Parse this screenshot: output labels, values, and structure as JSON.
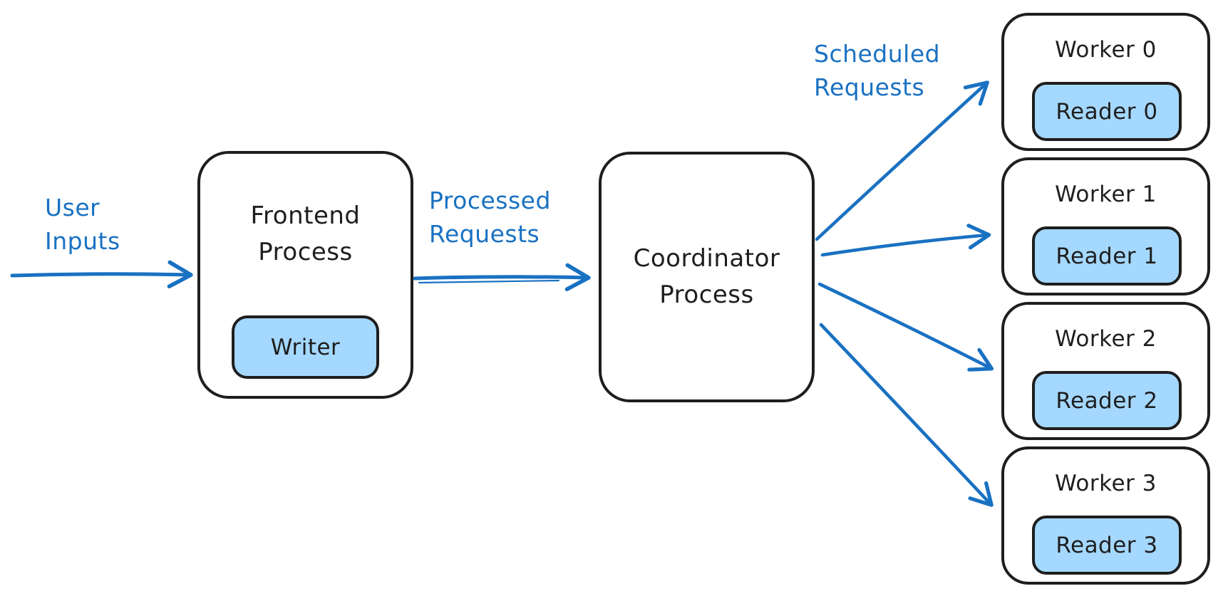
{
  "diagram": {
    "colors": {
      "accent_blue": "#1971c2",
      "fill_light_blue": "#a5d8ff",
      "stroke_black": "#1e1e1e",
      "background": "#ffffff"
    },
    "labels": {
      "user_inputs_line1": "User",
      "user_inputs_line2": "Inputs",
      "processed_requests_line1": "Processed",
      "processed_requests_line2": "Requests",
      "scheduled_requests_line1": "Scheduled",
      "scheduled_requests_line2": "Requests"
    },
    "nodes": {
      "frontend": {
        "title_line1": "Frontend",
        "title_line2": "Process",
        "child": "Writer"
      },
      "coordinator": {
        "title_line1": "Coordinator",
        "title_line2": "Process"
      },
      "workers": [
        {
          "title": "Worker 0",
          "child": "Reader 0"
        },
        {
          "title": "Worker 1",
          "child": "Reader 1"
        },
        {
          "title": "Worker 2",
          "child": "Reader 2"
        },
        {
          "title": "Worker 3",
          "child": "Reader 3"
        }
      ]
    }
  }
}
